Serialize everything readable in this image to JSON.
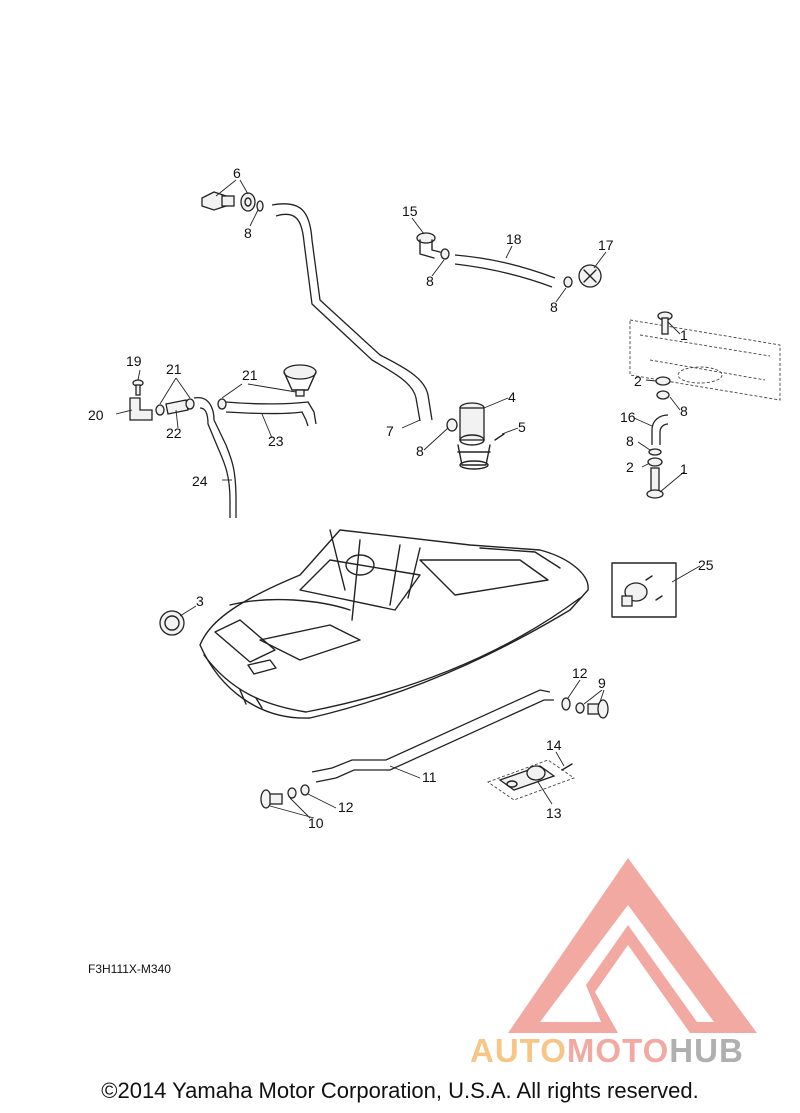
{
  "callouts": [
    "1",
    "2",
    "3",
    "4",
    "5",
    "6",
    "7",
    "8",
    "9",
    "10",
    "11",
    "12",
    "13",
    "14",
    "15",
    "16",
    "17",
    "18",
    "19",
    "20",
    "21",
    "22",
    "23",
    "24",
    "25"
  ],
  "diagram_code": "F3H111X-M340",
  "copyright": "©2014 Yamaha Motor Corporation, U.S.A. All rights reserved.",
  "watermark": {
    "text_auto": "AUTO",
    "text_moto": "MOTO",
    "text_hub": "HUB",
    "color_primary": "#f0a098",
    "color_auto": "#f5c07a",
    "color_moto": "#f0a098",
    "color_hub": "#a7a7a7"
  }
}
